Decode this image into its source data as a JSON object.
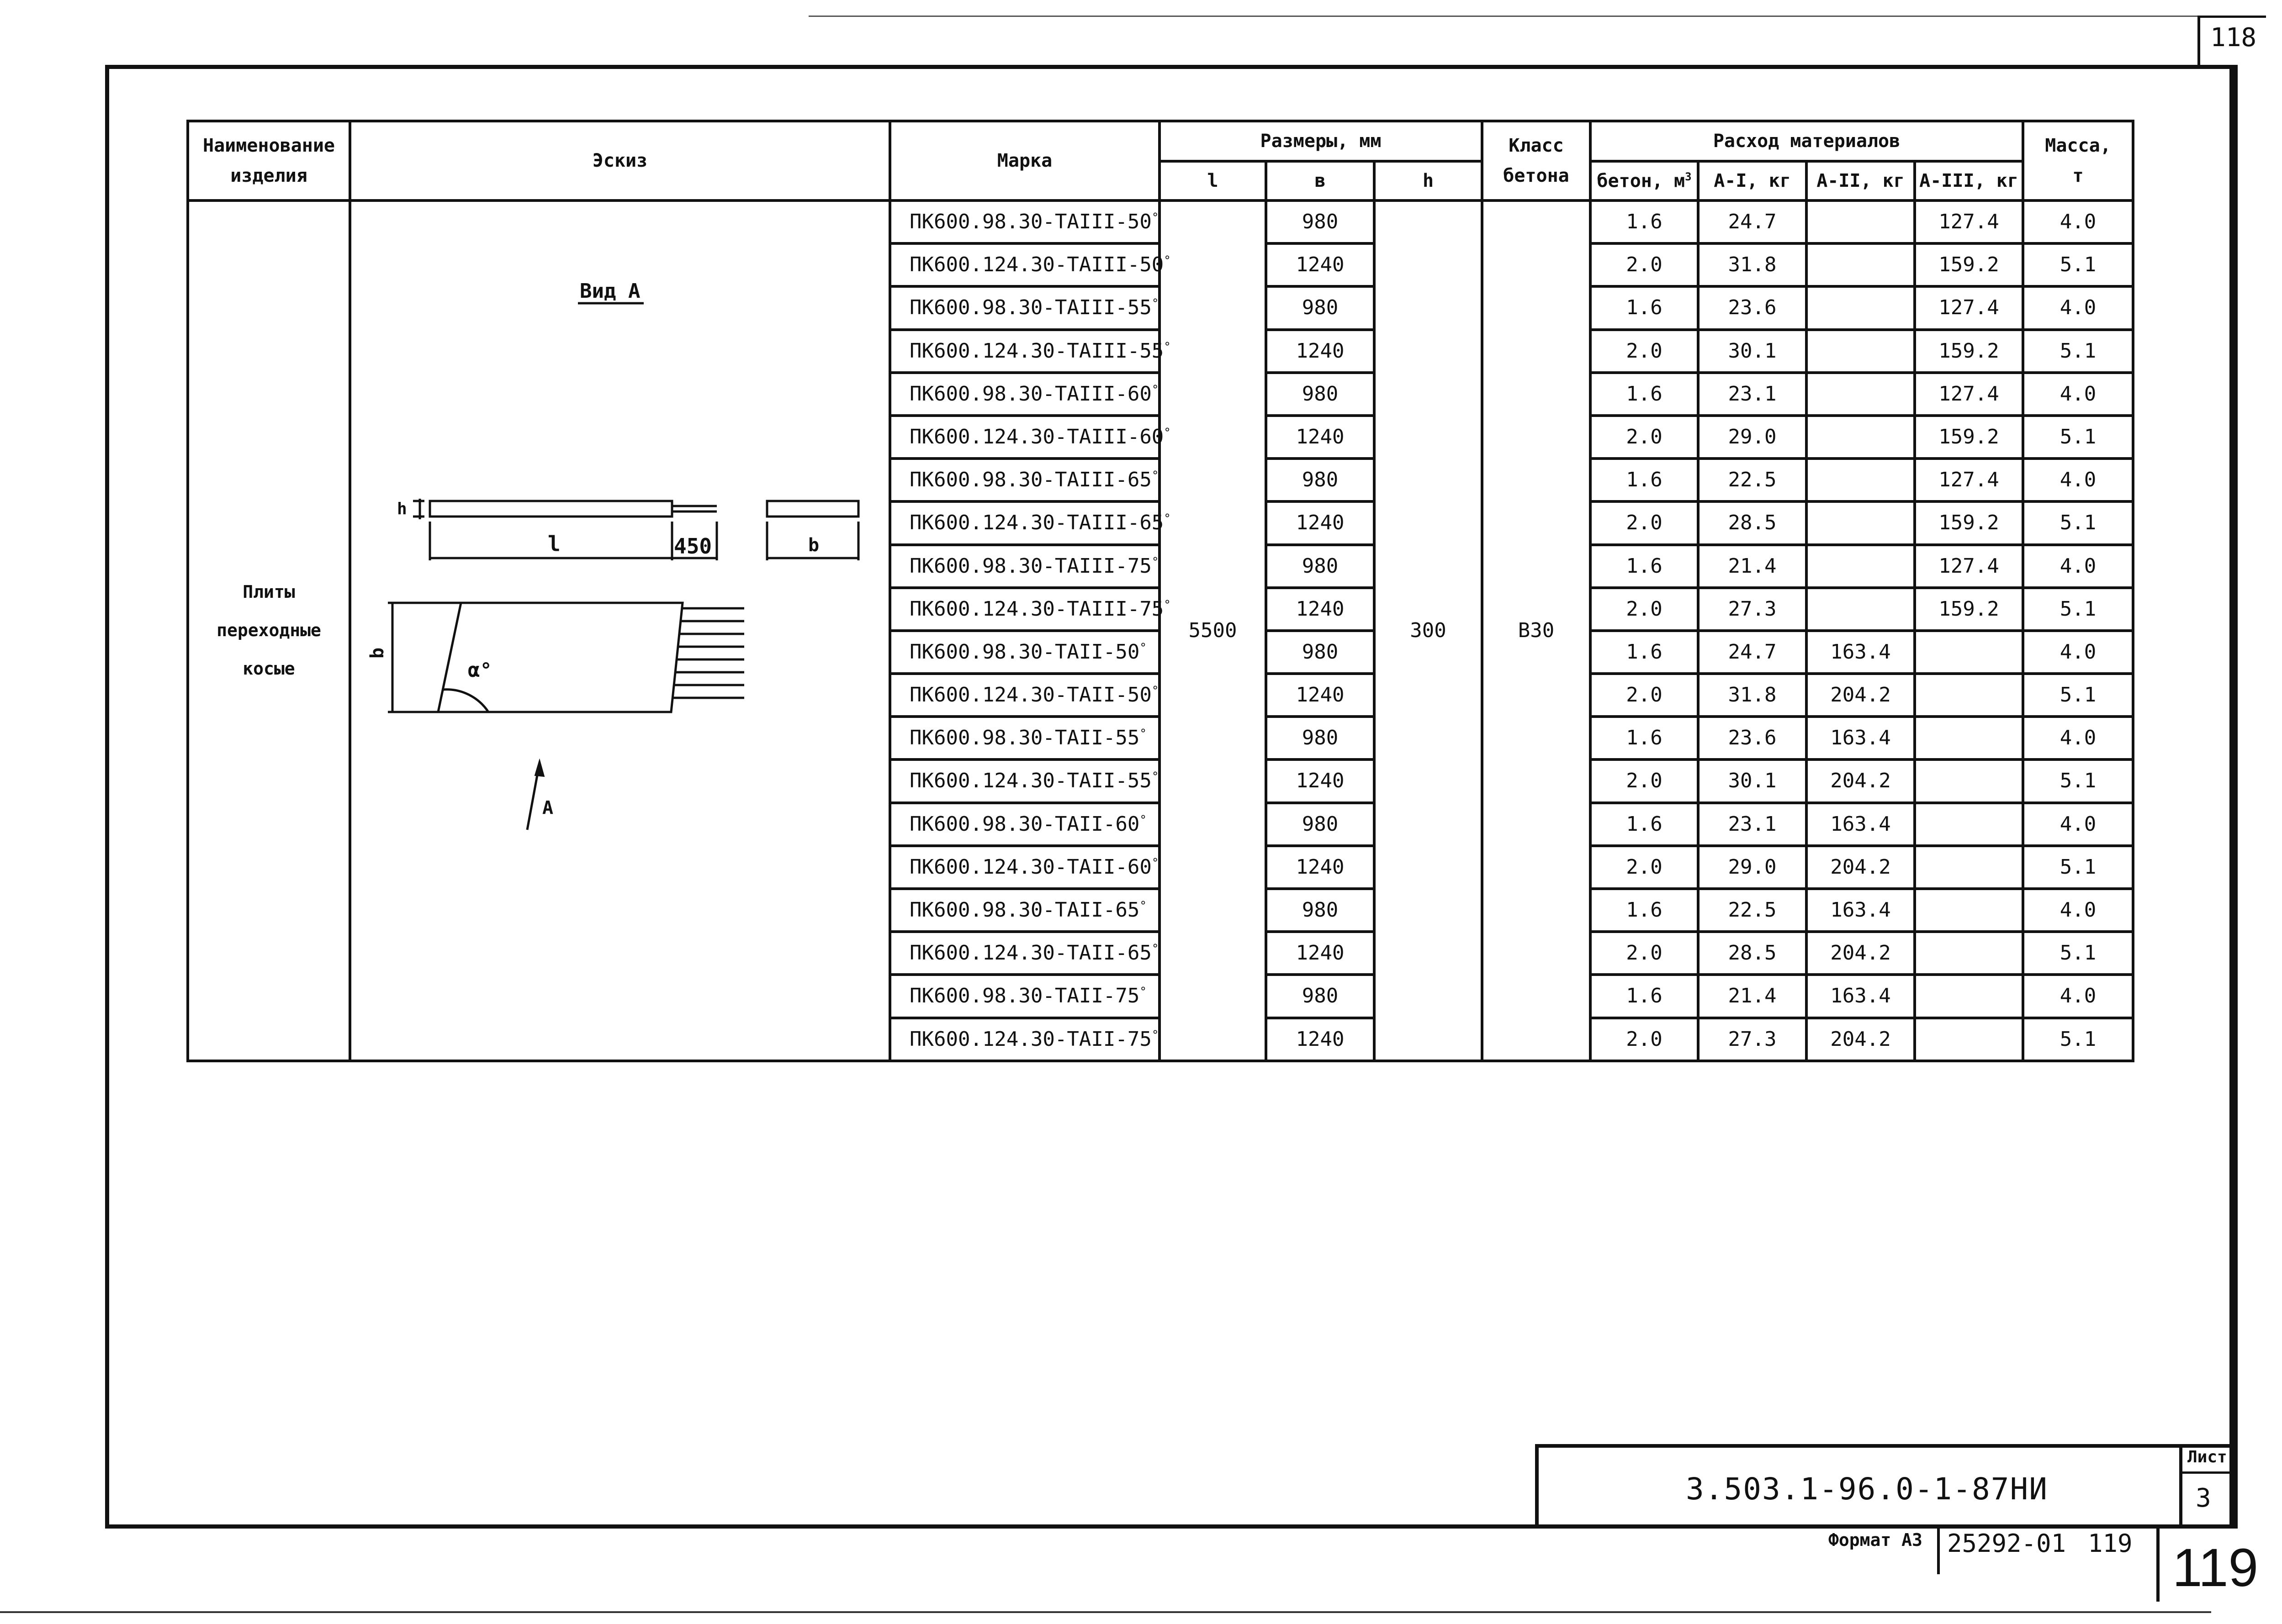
{
  "corner_page_top": "118",
  "table": {
    "headers": {
      "name": [
        "Наименование",
        "изделия"
      ],
      "sketch": "Эскиз",
      "mark": "Марка",
      "dimensions": "Размеры, мм",
      "dim_l": "l",
      "dim_b": "в",
      "dim_h": "h",
      "concrete_class": [
        "Класс",
        "бетона"
      ],
      "consumption": "Расход материалов",
      "concrete": "бетон, м",
      "a1": "А-I, кг",
      "a2": "А-II, кг",
      "a3": "А-III, кг",
      "mass": [
        "Масса,",
        "т"
      ]
    },
    "product_name": [
      "Плиты",
      "переходные",
      "косые"
    ],
    "common": {
      "l": "5500",
      "h": "300",
      "class": "В30"
    },
    "rows": [
      {
        "mark": "ПК600.98.30-ТАIII-50",
        "b": "980",
        "concrete": "1.6",
        "a1": "24.7",
        "a2": "",
        "a3": "127.4",
        "mass": "4.0"
      },
      {
        "mark": "ПК600.124.30-ТАIII-50",
        "b": "1240",
        "concrete": "2.0",
        "a1": "31.8",
        "a2": "",
        "a3": "159.2",
        "mass": "5.1"
      },
      {
        "mark": "ПК600.98.30-ТАIII-55",
        "b": "980",
        "concrete": "1.6",
        "a1": "23.6",
        "a2": "",
        "a3": "127.4",
        "mass": "4.0"
      },
      {
        "mark": "ПК600.124.30-ТАIII-55",
        "b": "1240",
        "concrete": "2.0",
        "a1": "30.1",
        "a2": "",
        "a3": "159.2",
        "mass": "5.1"
      },
      {
        "mark": "ПК600.98.30-ТАIII-60",
        "b": "980",
        "concrete": "1.6",
        "a1": "23.1",
        "a2": "",
        "a3": "127.4",
        "mass": "4.0"
      },
      {
        "mark": "ПК600.124.30-ТАIII-60",
        "b": "1240",
        "concrete": "2.0",
        "a1": "29.0",
        "a2": "",
        "a3": "159.2",
        "mass": "5.1"
      },
      {
        "mark": "ПК600.98.30-ТАIII-65",
        "b": "980",
        "concrete": "1.6",
        "a1": "22.5",
        "a2": "",
        "a3": "127.4",
        "mass": "4.0"
      },
      {
        "mark": "ПК600.124.30-ТАIII-65",
        "b": "1240",
        "concrete": "2.0",
        "a1": "28.5",
        "a2": "",
        "a3": "159.2",
        "mass": "5.1"
      },
      {
        "mark": "ПК600.98.30-ТАIII-75",
        "b": "980",
        "concrete": "1.6",
        "a1": "21.4",
        "a2": "",
        "a3": "127.4",
        "mass": "4.0"
      },
      {
        "mark": "ПК600.124.30-ТАIII-75",
        "b": "1240",
        "concrete": "2.0",
        "a1": "27.3",
        "a2": "",
        "a3": "159.2",
        "mass": "5.1"
      },
      {
        "mark": "ПК600.98.30-ТАII-50",
        "b": "980",
        "concrete": "1.6",
        "a1": "24.7",
        "a2": "163.4",
        "a3": "",
        "mass": "4.0"
      },
      {
        "mark": "ПК600.124.30-ТАII-50",
        "b": "1240",
        "concrete": "2.0",
        "a1": "31.8",
        "a2": "204.2",
        "a3": "",
        "mass": "5.1"
      },
      {
        "mark": "ПК600.98.30-ТАII-55",
        "b": "980",
        "concrete": "1.6",
        "a1": "23.6",
        "a2": "163.4",
        "a3": "",
        "mass": "4.0"
      },
      {
        "mark": "ПК600.124.30-ТАII-55",
        "b": "1240",
        "concrete": "2.0",
        "a1": "30.1",
        "a2": "204.2",
        "a3": "",
        "mass": "5.1"
      },
      {
        "mark": "ПК600.98.30-ТАII-60",
        "b": "980",
        "concrete": "1.6",
        "a1": "23.1",
        "a2": "163.4",
        "a3": "",
        "mass": "4.0"
      },
      {
        "mark": "ПК600.124.30-ТАII-60",
        "b": "1240",
        "concrete": "2.0",
        "a1": "29.0",
        "a2": "204.2",
        "a3": "",
        "mass": "5.1"
      },
      {
        "mark": "ПК600.98.30-ТАII-65",
        "b": "980",
        "concrete": "1.6",
        "a1": "22.5",
        "a2": "163.4",
        "a3": "",
        "mass": "4.0"
      },
      {
        "mark": "ПК600.124.30-ТАII-65",
        "b": "1240",
        "concrete": "2.0",
        "a1": "28.5",
        "a2": "204.2",
        "a3": "",
        "mass": "5.1"
      },
      {
        "mark": "ПК600.98.30-ТАII-75",
        "b": "980",
        "concrete": "1.6",
        "a1": "21.4",
        "a2": "163.4",
        "a3": "",
        "mass": "4.0"
      },
      {
        "mark": "ПК600.124.30-ТАII-75",
        "b": "1240",
        "concrete": "2.0",
        "a1": "27.3",
        "a2": "204.2",
        "a3": "",
        "mass": "5.1"
      }
    ]
  },
  "sketch": {
    "view_title": "Вид А",
    "dim_l": "l",
    "dim_450": "450",
    "dim_b": "b",
    "dim_h": "h",
    "angle": "α°",
    "arrow_label": "А"
  },
  "title_block": {
    "document_code": "3.503.1-96.0-1-87НИ",
    "sheet_label": "Лист",
    "sheet_number": "3",
    "format_label": "Формат А3",
    "archive_number": "25292-01",
    "archive_page": "119",
    "page_number": "119"
  }
}
